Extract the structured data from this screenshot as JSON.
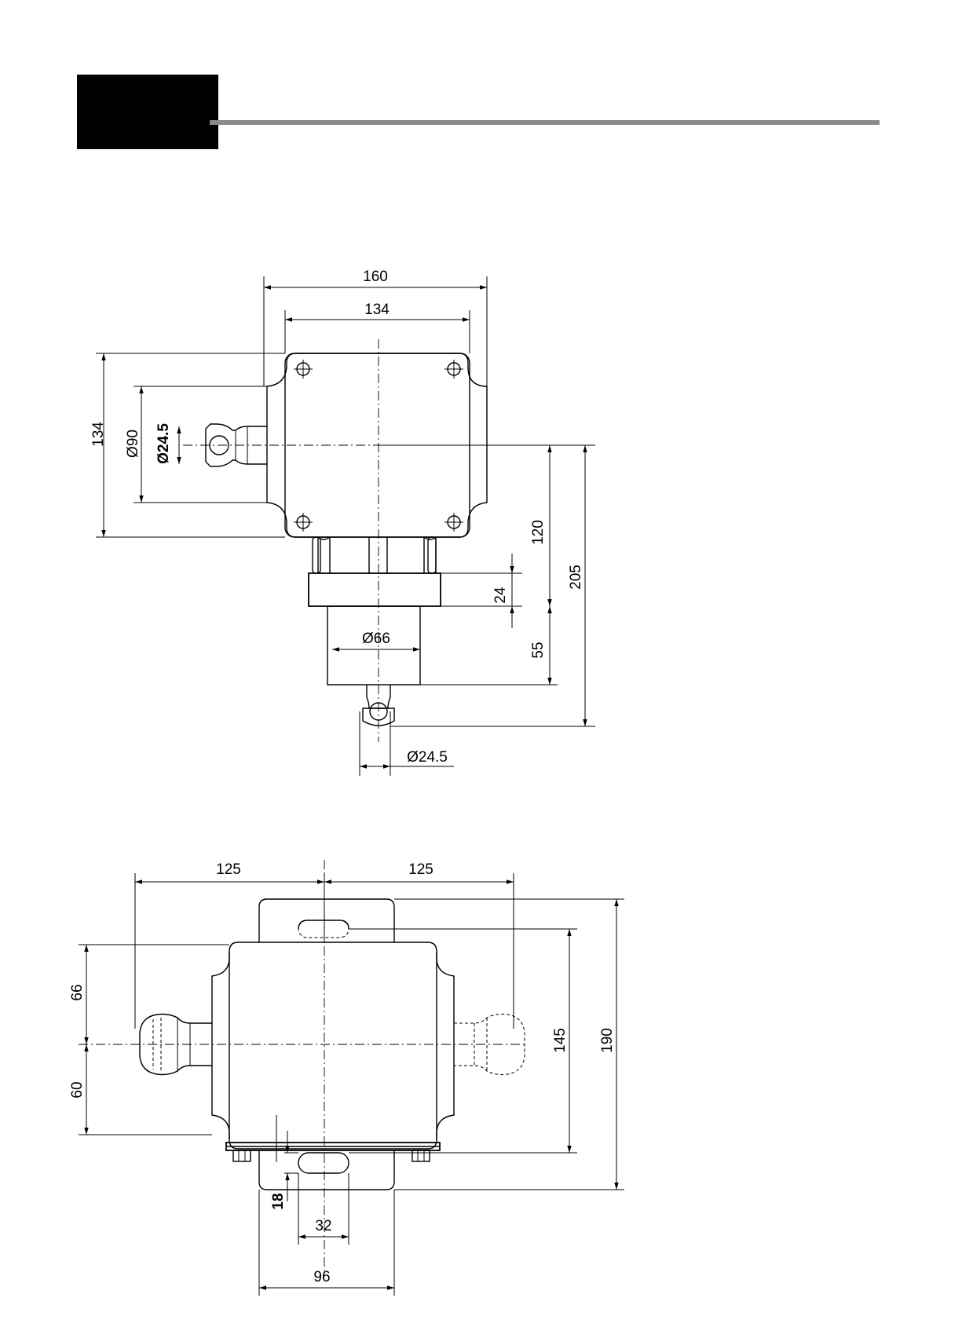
{
  "header": {
    "block_color": "#000000",
    "rule_color": "#8a8a8a"
  },
  "top_view": {
    "dimensions": {
      "overall_width": "160",
      "body_width": "134",
      "body_height": "134",
      "flange_diameter": "Ø90",
      "side_port_diameter": "Ø24.5",
      "center_to_flange": "120",
      "center_to_port": "205",
      "flange_thickness": "24",
      "hub_length": "55",
      "hub_diameter": "Ø66",
      "bottom_port_diameter": "Ø24.5"
    }
  },
  "bottom_view": {
    "dimensions": {
      "left_reach": "125",
      "right_reach": "125",
      "upper_offset": "66",
      "lower_offset": "60",
      "slot_centers": "145",
      "overall_height": "190",
      "slot_depth": "18",
      "slot_width": "32",
      "base_width": "96"
    }
  }
}
